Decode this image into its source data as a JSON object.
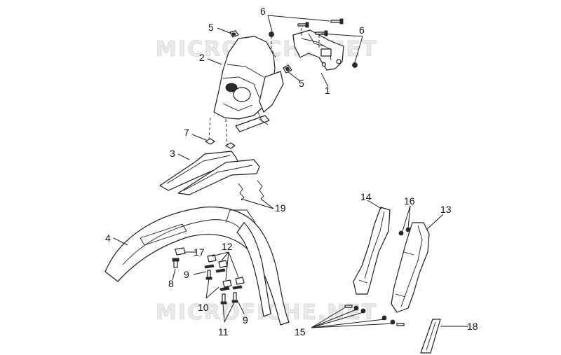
{
  "watermark": "MICROFICHE.NET",
  "callouts": {
    "c1": "1",
    "c2": "2",
    "c3": "3",
    "c4": "4",
    "c5a": "5",
    "c5b": "5",
    "c6a": "6",
    "c6b": "6",
    "c7": "7",
    "c8": "8",
    "c9a": "9",
    "c9b": "9",
    "c10": "10",
    "c11": "11",
    "c12": "12",
    "c13": "13",
    "c14": "14",
    "c15": "15",
    "c16": "16",
    "c17": "17",
    "c18": "18",
    "c19": "19"
  },
  "colors": {
    "line": "#1a1a1a",
    "watermark": "#e0e0e0",
    "background": "#ffffff"
  }
}
